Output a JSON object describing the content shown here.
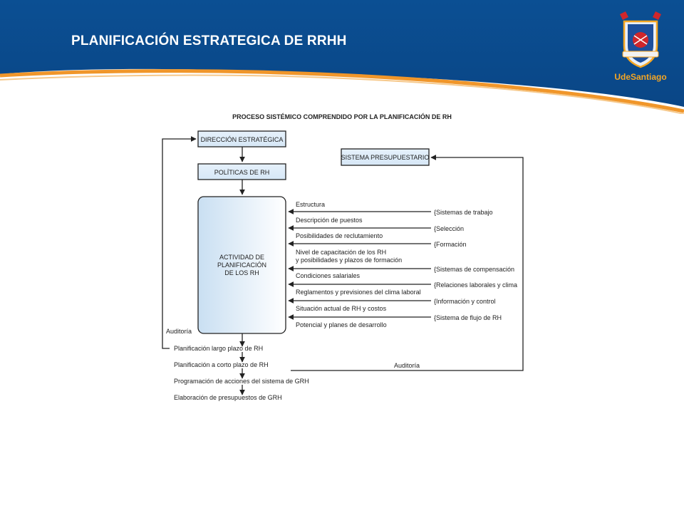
{
  "slide": {
    "title": "PLANIFICACIÓN ESTRATEGICA DE RRHH",
    "brand_name": "UdeSantiago",
    "colors": {
      "header_blue": "#0a4a8c",
      "accent_orange": "#f0962a",
      "box_fill": "#dcebf8"
    }
  },
  "diagram": {
    "heading": "PROCESO SISTÉMICO COMPRENDIDO POR LA PLANIFICACIÓN DE RH",
    "boxes": {
      "direccion": "DIRECCIÓN ESTRATÉGICA",
      "politicas": "POLÍTICAS DE RH",
      "presupuestario": "SISTEMA PRESUPUESTARIO",
      "actividad": [
        "ACTIVIDAD DE",
        "PLANIFICACIÓN",
        "DE LOS RH"
      ]
    },
    "inputs": [
      "Estructura",
      "Descripción de puestos",
      "Posibilidades de reclutamiento",
      "Nivel de capacitación de los RH",
      "y posibilidades y plazos de formación",
      "Condiciones salariales",
      "Reglamentos y previsiones del clima laboral",
      "Situación actual de RH y costos",
      "Potencial y planes de desarrollo"
    ],
    "sources": [
      "{Sistemas de trabajo",
      "{Selección",
      "{Formación",
      "{Sistemas de compensación",
      "{Relaciones laborales y clima",
      "{Información y control",
      "{Sistema de flujo de RH"
    ],
    "outputs": [
      "Planificación largo plazo de RH",
      "Planificación a corto plazo de RH",
      "Programación de acciones del sistema de GRH",
      "Elaboración de presupuestos de GRH"
    ],
    "audit_left": "Auditoría",
    "audit_bottom": "Auditoría"
  }
}
